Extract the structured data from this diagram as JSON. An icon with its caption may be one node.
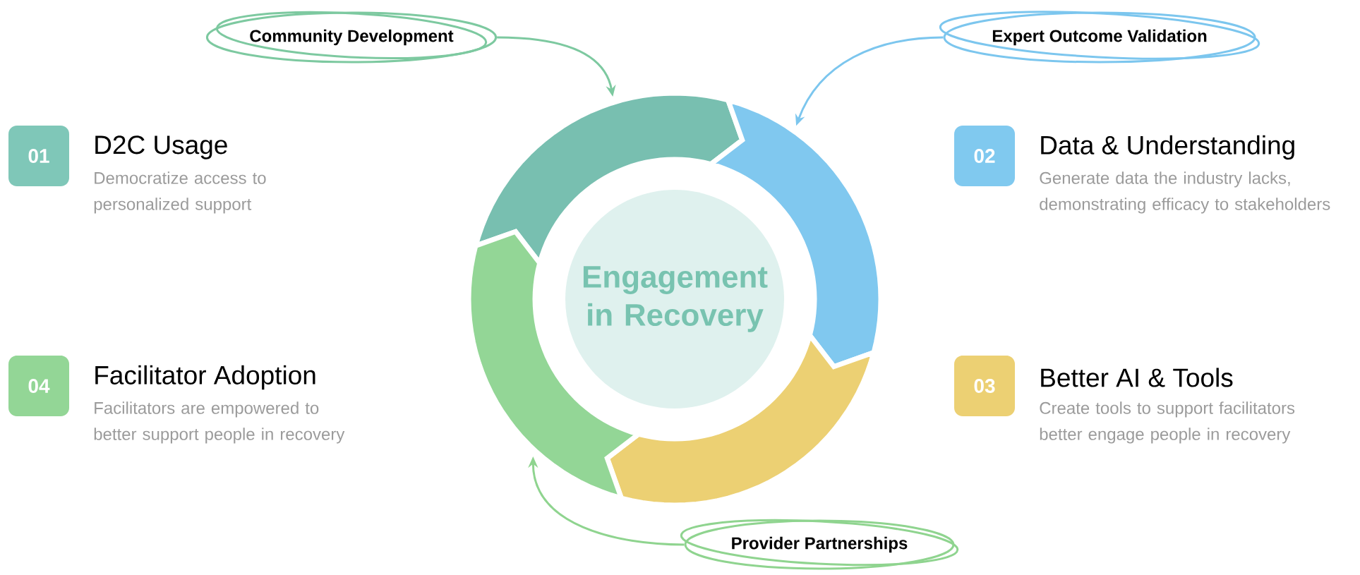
{
  "diagram": {
    "nodes": [
      {
        "text": [
          "Community Development"
        ]
      },
      {
        "text": [
          "Expert Outcome Validation"
        ]
      },
      {
        "text": [
          "01"
        ],
        "beside": [
          "D2C Usage",
          "Democratize access to personalized support"
        ]
      },
      {
        "text": [
          "02"
        ],
        "beside": [
          "Data & Understanding",
          "Generate data the industry lacks, demonstrating efficacy to stakeholders"
        ]
      },
      {
        "text": [
          "Engagement in Recovery"
        ]
      },
      {
        "text": [],
        "shape": "arc"
      },
      {
        "text": [],
        "shape": "arc"
      },
      {
        "text": [],
        "shape": "arc"
      },
      {
        "text": [],
        "shape": "arc"
      },
      {
        "text": [
          "04"
        ],
        "beside": [
          "Facilitator Adoption",
          "Facilitators are empowered to better support people in recovery"
        ]
      },
      {
        "text": [
          "03"
        ],
        "beside": [
          "Better AI & Tools",
          "Create tools to support facilitators better engage people in recovery"
        ]
      },
      {
        "text": [
          "Provider Partnerships"
        ]
      }
    ],
    "edges": [
      {
        "from": 0,
        "to": 5,
        "arrow": "to",
        "color": "#7dc9a0"
      },
      {
        "from": 1,
        "to": 6,
        "arrow": "to",
        "color": "#7cc6ee"
      },
      {
        "from": 11,
        "to": 8,
        "arrow": "to",
        "color": "#8fd48f"
      }
    ]
  }
}
